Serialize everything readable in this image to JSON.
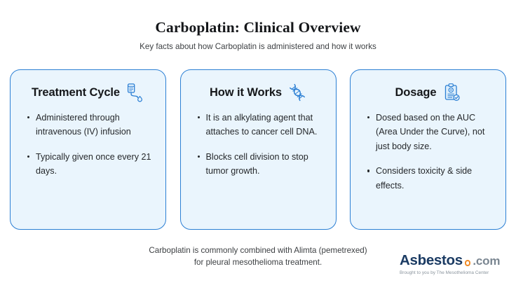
{
  "header": {
    "title": "Carboplatin: Clinical Overview",
    "subtitle": "Key facts about how Carboplatin is administered and how it works"
  },
  "cards": [
    {
      "title": "Treatment Cycle",
      "icon": "iv-drip-icon",
      "bullets": [
        "Administered through intravenous (IV) infusion",
        "Typically given once every 21 days."
      ]
    },
    {
      "title": "How it Works",
      "icon": "dna-helix-icon",
      "bullets": [
        "It is an alkylating agent that attaches to cancer cell DNA.",
        "Blocks cell division to stop tumor growth."
      ]
    },
    {
      "title": "Dosage",
      "icon": "clipboard-check-icon",
      "bullets": [
        "Dosed based on the AUC (Area Under the Curve), not just body size.",
        "Considers toxicity & side effects."
      ]
    }
  ],
  "footnote": {
    "line1": "Carboplatin is commonly combined with Alimta (pemetrexed)",
    "line2": "for pleural mesothelioma treatment."
  },
  "logo": {
    "main": "Asbestos",
    "com": ".com",
    "tagline": "Brought to you by The Mesothelioma Center"
  },
  "colors": {
    "card_border": "#2b7fd4",
    "card_fill": "#eaf5fd",
    "icon_blue": "#2b7fd4",
    "logo_navy": "#1b3b63",
    "logo_orange": "#f08a24",
    "logo_gray": "#7a8691",
    "background": "#ffffff"
  }
}
